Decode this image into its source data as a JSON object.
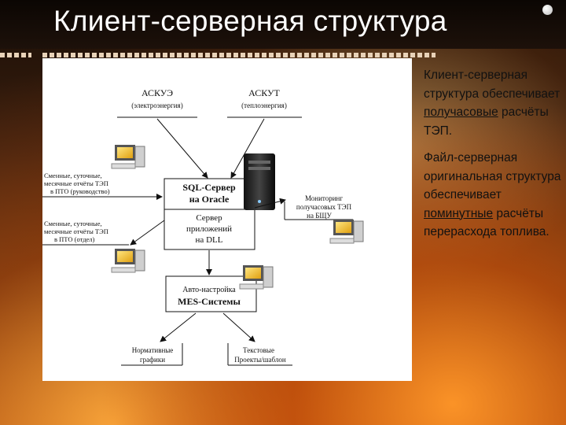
{
  "slide": {
    "title": "Клиент-серверная структура",
    "accent_color": "#ffffff"
  },
  "diagram": {
    "askue": {
      "title": "АСКУЭ",
      "sub": "(электроэнергия)"
    },
    "askut": {
      "title": "АСКУТ",
      "sub": "(теплоэнергия)"
    },
    "reports_management": {
      "lines": [
        "Сменные, суточные,",
        "месячные отчёты ТЭП",
        "в ПТО (руководство)"
      ]
    },
    "reports_staff": {
      "lines": [
        "Сменные, суточные,",
        "месячные отчёты ТЭП",
        "в ПТО (отдел)"
      ]
    },
    "sql_server": {
      "lines": [
        "SQL-Сервер",
        "на Oracle"
      ]
    },
    "app_server": {
      "lines": [
        "Сервер",
        "приложений",
        "на DLL"
      ]
    },
    "monitoring": {
      "lines": [
        "Мониторинг",
        "получасовых ТЭП",
        "на БЩУ"
      ]
    },
    "mes": {
      "line1": "Авто-настройка",
      "line2": "MES-Системы"
    },
    "normative": {
      "lines": [
        "Нормативные",
        "графики"
      ]
    },
    "text_templates": {
      "lines": [
        "Текстовые",
        "Проекты/шаблон"
      ]
    }
  },
  "bullets": {
    "p1": {
      "pre": "Клиент-серверная структура обеспечивает ",
      "u": "получасовые",
      "post": " расчёты ТЭП."
    },
    "p2": {
      "pre": "Файл-серверная оригинальная структура обеспечивает ",
      "u": "поминутные",
      "post": " расчёты перерасхода топлива."
    }
  }
}
